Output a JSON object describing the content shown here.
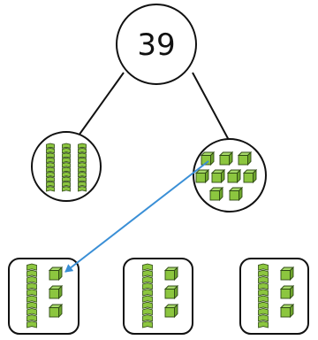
{
  "diagram": {
    "root_value": "39",
    "split": {
      "tens_rods": 3,
      "ones_cubes": 9
    },
    "groups": [
      {
        "tens_rods": 1,
        "ones_cubes": 3
      },
      {
        "tens_rods": 1,
        "ones_cubes": 3
      },
      {
        "tens_rods": 1,
        "ones_cubes": 3
      }
    ],
    "arrow_color": "#3a8fd6"
  },
  "colors": {
    "block_fill": "#8cc63f",
    "block_stroke": "#2f4a14",
    "line": "#111111"
  }
}
